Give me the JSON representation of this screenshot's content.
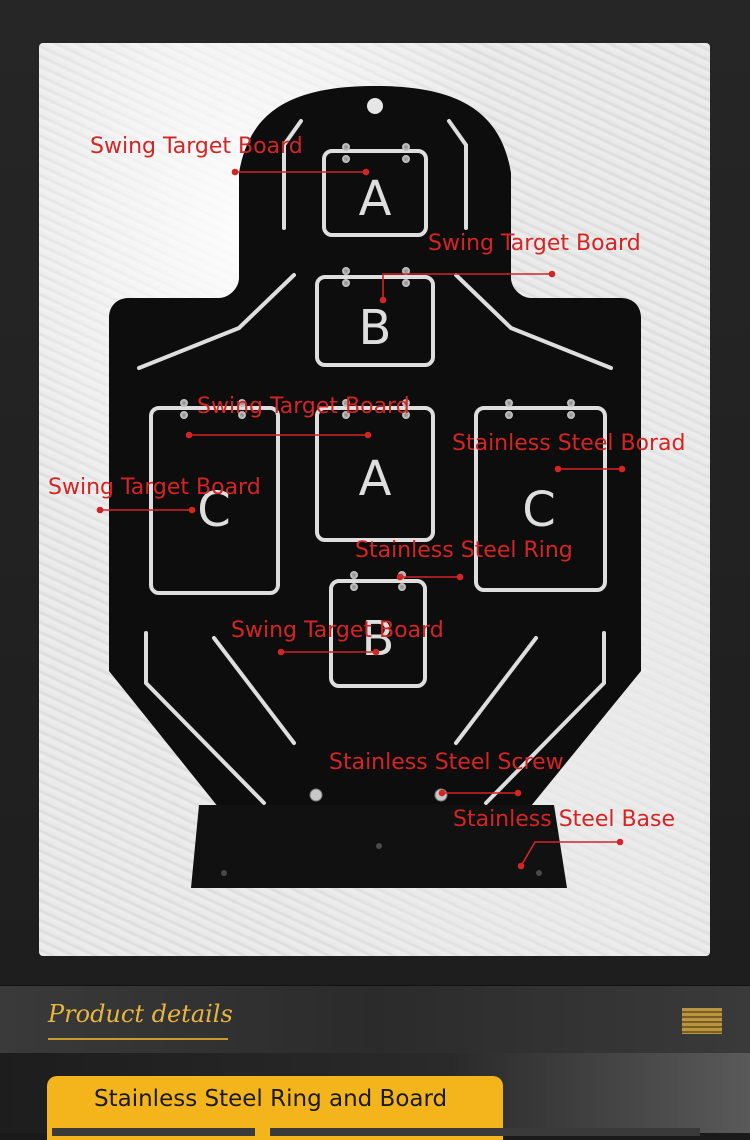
{
  "product_image": {
    "callouts": [
      {
        "label": "Swing Target Board"
      },
      {
        "label": "Swing Target Board"
      },
      {
        "label": "Swing Target Board"
      },
      {
        "label": "Stainless Steel Borad"
      },
      {
        "label": "Swing Target Board"
      },
      {
        "label": "Stainless Steel Ring"
      },
      {
        "label": "Swing Target Board"
      },
      {
        "label": "Stainless Steel Screw"
      },
      {
        "label": "Stainless Steel Base"
      }
    ],
    "plate_letters": [
      "A",
      "B",
      "A",
      "C",
      "C",
      "B"
    ],
    "callout_color": "#d42424",
    "target_color": "#0d0d0d"
  },
  "section": {
    "title": "Product details",
    "accent_color": "#e8b640"
  },
  "feature_tab": {
    "label": "Stainless Steel Ring and Board",
    "color": "#f3b51b"
  }
}
